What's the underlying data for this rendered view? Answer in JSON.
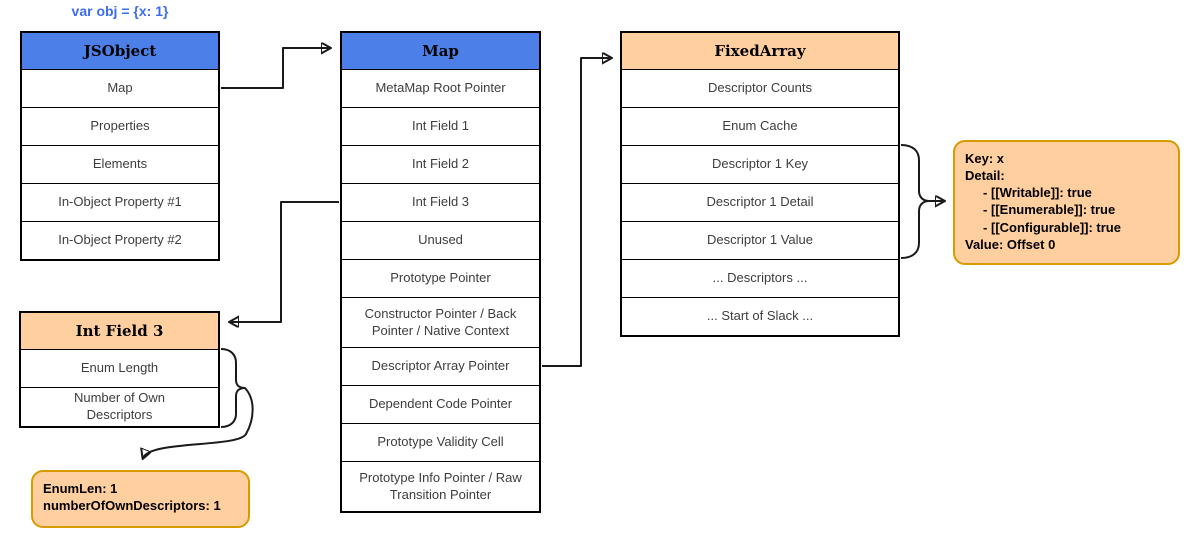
{
  "annotation": {
    "code_label": "var obj = {x: 1}"
  },
  "colors": {
    "header_blue": "#4C7FE8",
    "header_orange": "#FFCFA0",
    "note_fill": "#FFCFA0",
    "note_border": "#D79B00",
    "connector": "#1a1a1a",
    "code_label_blue": "#3C6CEC"
  },
  "tables": {
    "jsobject": {
      "header": "JSObject",
      "header_style": "blue",
      "rows": [
        "Map",
        "Properties",
        "Elements",
        "In-Object Property #1",
        "In-Object Property #2"
      ]
    },
    "map": {
      "header": "Map",
      "header_style": "blue",
      "rows": [
        "MetaMap Root Pointer",
        "Int Field 1",
        "Int Field 2",
        "Int Field 3",
        "Unused",
        "Prototype Pointer",
        "Constructor Pointer / Back Pointer / Native Context",
        "Descriptor Array Pointer",
        "Dependent Code Pointer",
        "Prototype Validity Cell",
        "Prototype Info Pointer / Raw Transition Pointer"
      ]
    },
    "fixedarray": {
      "header": "FixedArray",
      "header_style": "orange",
      "rows": [
        "Descriptor Counts",
        "Enum Cache",
        "Descriptor 1 Key",
        "Descriptor 1 Detail",
        "Descriptor 1 Value",
        "... Descriptors ...",
        "... Start of Slack ..."
      ]
    },
    "intfield3": {
      "header": "Int Field 3",
      "header_style": "orange",
      "rows": [
        "Enum Length",
        "Number of Own Descriptors"
      ]
    }
  },
  "notes": {
    "descriptor_detail": {
      "lines": [
        "Key: x",
        "Detail:",
        "     - [[Writable]]: true",
        "     - [[Enumerable]]: true",
        "     - [[Configurable]]: true",
        "Value: Offset 0"
      ]
    },
    "int_field3_values": {
      "lines": [
        "EnumLen: 1",
        "numberOfOwnDescriptors: 1"
      ]
    }
  }
}
